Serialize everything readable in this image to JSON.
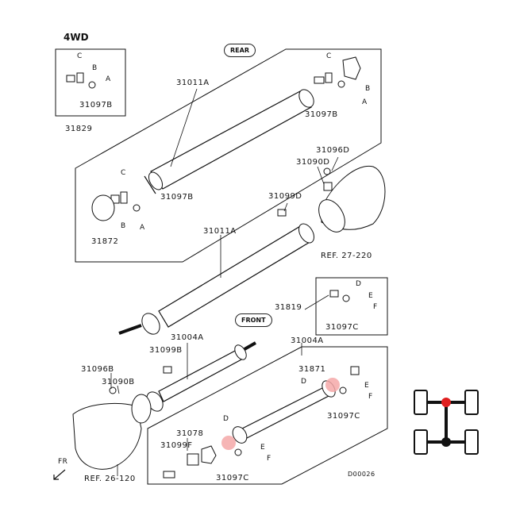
{
  "header": {
    "variant": "4WD"
  },
  "badges": {
    "rear": "REAR",
    "front": "FRONT"
  },
  "labels": {
    "p31829": "31829",
    "p31097b_inset": "31097B",
    "p31011a_upper": "31011A",
    "p31097b_right": "31097B",
    "p31097b_left": "31097B",
    "p31872": "31872",
    "p31096d": "31096D",
    "p31090d": "31090D",
    "p31099d": "31099D",
    "ref27": "REF. 27-220",
    "p31011a_lower": "31011A",
    "p31819": "31819",
    "p31097c_inset": "31097C",
    "p31004a_left": "31004A",
    "p31004a_right": "31004A",
    "p31099b": "31099B",
    "p31096b": "31096B",
    "p31090b": "31090B",
    "p31871": "31871",
    "p31097c_right": "31097C",
    "p31078": "31078",
    "p31099f": "31099F",
    "p31097c_bottom": "31097C",
    "ref26": "REF. 26-120",
    "fr": "FR",
    "diagram_code": "D00026"
  },
  "callouts": [
    "A",
    "B",
    "C",
    "D",
    "E",
    "F"
  ],
  "colors": {
    "highlight": "#e01e1e",
    "line": "#111111",
    "highlight_fill": "#f4a8a8"
  },
  "icons": [
    "drivetrain-4wd-icon",
    "forward-arrow-icon"
  ]
}
